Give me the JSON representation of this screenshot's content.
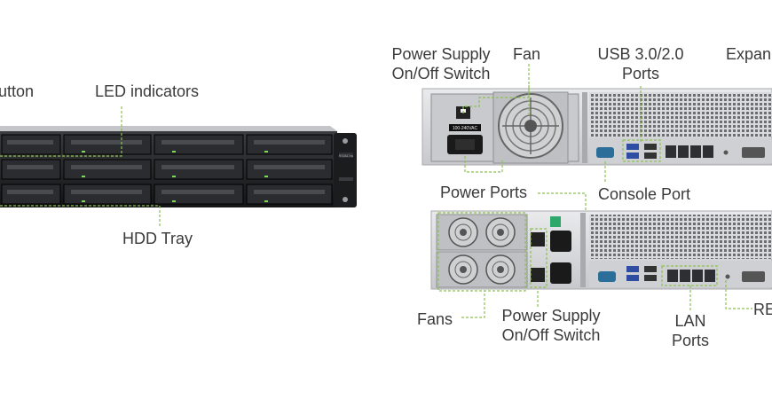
{
  "labels": {
    "front_button": "utton",
    "led_indicators": "LED indicators",
    "hdd_tray": "HDD Tray",
    "psu_switch_top_line1": "Power Supply",
    "psu_switch_top_line2": "On/Off Switch",
    "fan": "Fan",
    "usb_line1": "USB 3.0/2.0",
    "usb_line2": "Ports",
    "expansion": "Expan",
    "power_ports": "Power Ports",
    "console_port": "Console Port",
    "fans": "Fans",
    "psu_switch_bottom_line1": "Power Supply",
    "psu_switch_bottom_line2": "On/Off Switch",
    "lan_line1": "LAN",
    "lan_line2": "Ports",
    "reset": "RE"
  },
  "device_text": {
    "psu_rating": "100-240VAC",
    "front_model": "RS3617xs"
  },
  "colors": {
    "callout": "#8cc152",
    "label_text": "#3a3a3a",
    "chassis_dark": "#1e1f21",
    "chassis_silver": "#d8d9db",
    "led": "#7ed957"
  }
}
